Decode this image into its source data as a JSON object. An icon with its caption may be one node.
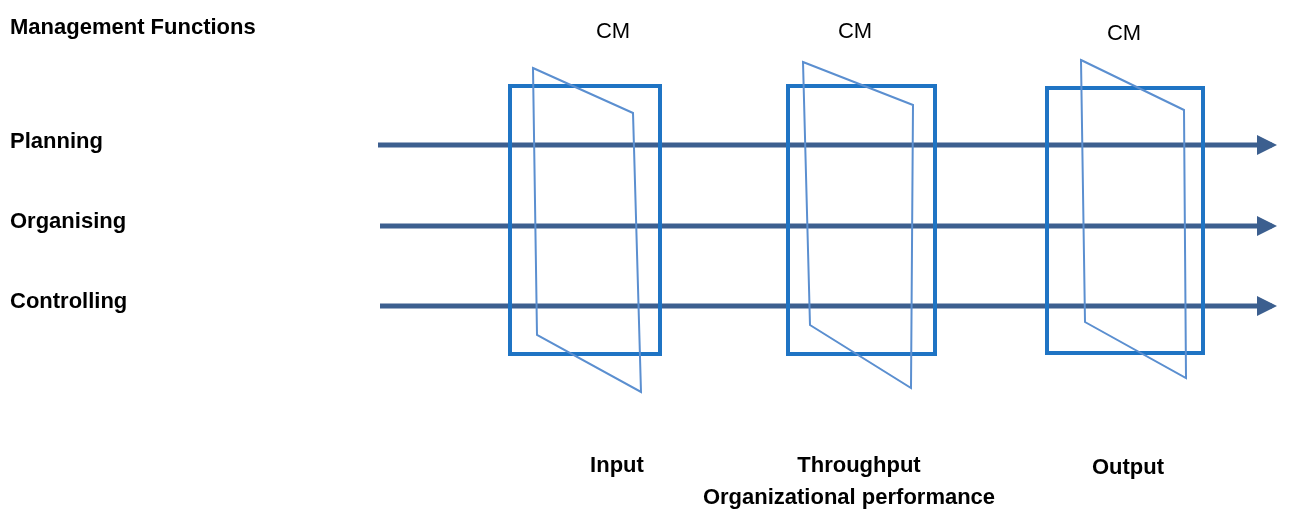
{
  "diagram": {
    "nodes": [
      {
        "text": [
          "CM"
        ],
        "beside": [
          "Input"
        ]
      },
      {
        "text": [
          "CM"
        ],
        "beside": [
          "Throughput"
        ]
      },
      {
        "text": [
          "CM"
        ],
        "beside": [
          "Output"
        ]
      }
    ],
    "labels": [
      "Management Functions",
      "Planning",
      "Organising",
      "Controlling",
      "Organizational performance"
    ]
  }
}
